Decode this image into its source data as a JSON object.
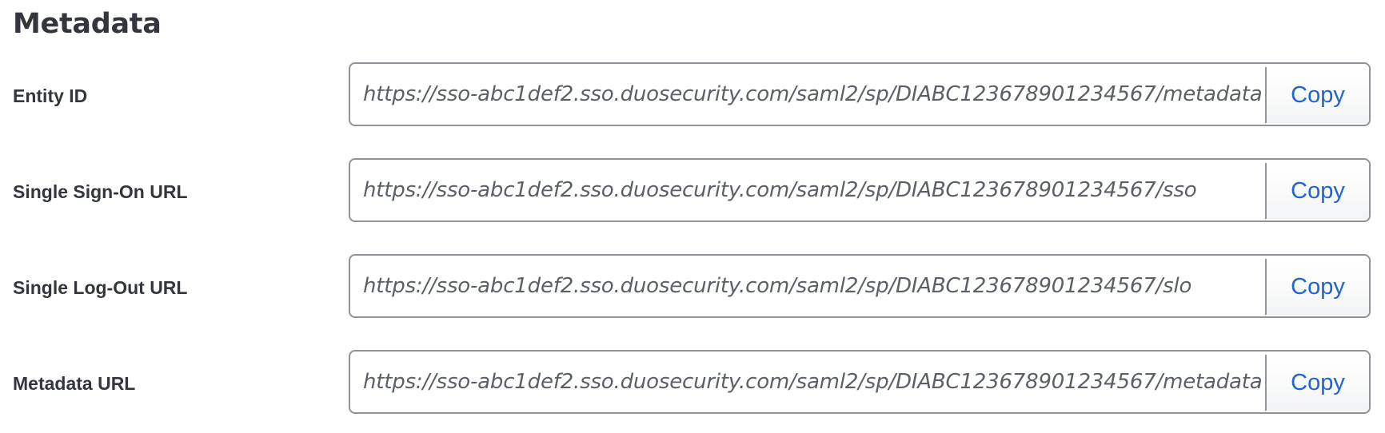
{
  "section": {
    "title": "Metadata"
  },
  "fields": [
    {
      "label": "Entity ID",
      "value": "https://sso-abc1def2.sso.duosecurity.com/saml2/sp/DIABC123678901234567/metadata",
      "button_label": "Copy"
    },
    {
      "label": "Single Sign-On URL",
      "value": "https://sso-abc1def2.sso.duosecurity.com/saml2/sp/DIABC123678901234567/sso",
      "button_label": "Copy"
    },
    {
      "label": "Single Log-Out URL",
      "value": "https://sso-abc1def2.sso.duosecurity.com/saml2/sp/DIABC123678901234567/slo",
      "button_label": "Copy"
    },
    {
      "label": "Metadata URL",
      "value": "https://sso-abc1def2.sso.duosecurity.com/saml2/sp/DIABC123678901234567/metadata",
      "button_label": "Copy"
    }
  ],
  "colors": {
    "text": "#33373d",
    "input_text": "#5b6068",
    "border": "#8f949b",
    "link_blue": "#1f63d6"
  }
}
